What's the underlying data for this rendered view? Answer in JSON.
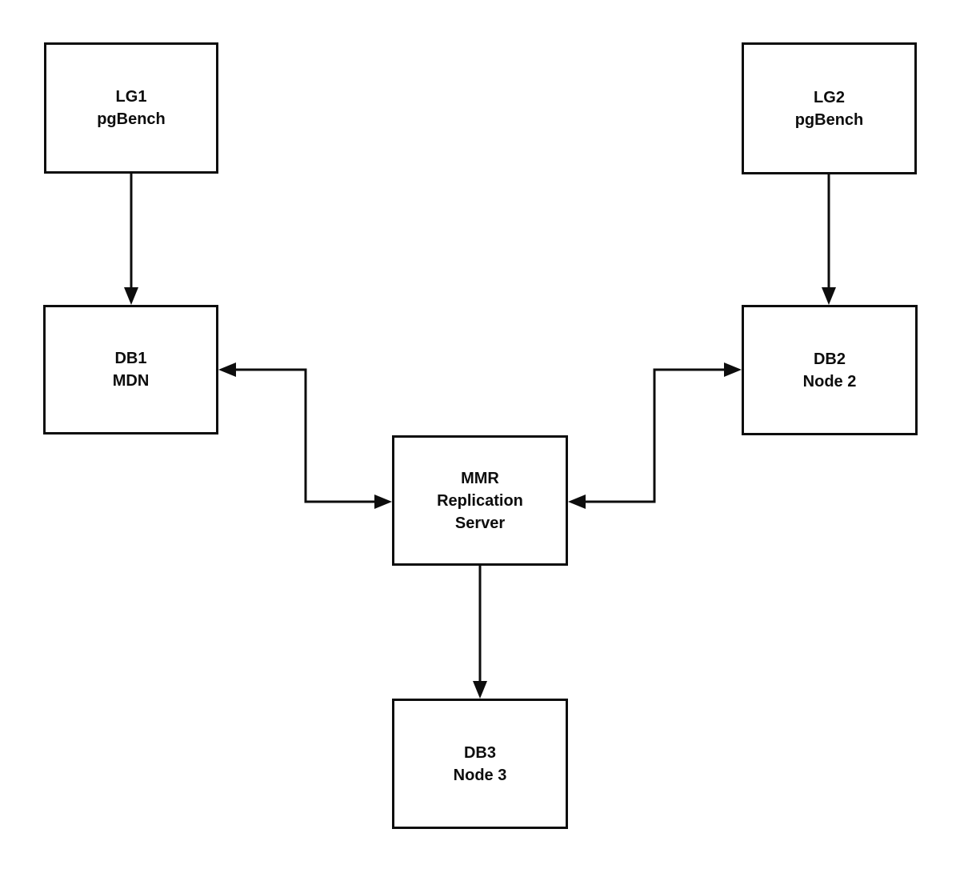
{
  "diagram": {
    "background_color": "#ffffff",
    "line_color": "#0d0d0d",
    "box_fill_color": "#ffffff",
    "nodes": {
      "lg1": {
        "lines": [
          "LG1",
          "pgBench"
        ]
      },
      "lg2": {
        "lines": [
          "LG2",
          "pgBench"
        ]
      },
      "db1": {
        "lines": [
          "DB1",
          "MDN"
        ]
      },
      "db2": {
        "lines": [
          "DB2",
          "Node 2"
        ]
      },
      "mmr": {
        "lines": [
          "MMR",
          "Replication",
          "Server"
        ]
      },
      "db3": {
        "lines": [
          "DB3",
          "Node 3"
        ]
      }
    },
    "edges": [
      {
        "from": "lg1",
        "to": "db1",
        "direction": "one-way",
        "shape": "straight-vertical"
      },
      {
        "from": "lg2",
        "to": "db2",
        "direction": "one-way",
        "shape": "straight-vertical"
      },
      {
        "from": "db1",
        "to": "mmr",
        "direction": "two-way",
        "shape": "elbow"
      },
      {
        "from": "db2",
        "to": "mmr",
        "direction": "two-way",
        "shape": "elbow"
      },
      {
        "from": "mmr",
        "to": "db3",
        "direction": "one-way",
        "shape": "straight-vertical"
      }
    ]
  }
}
